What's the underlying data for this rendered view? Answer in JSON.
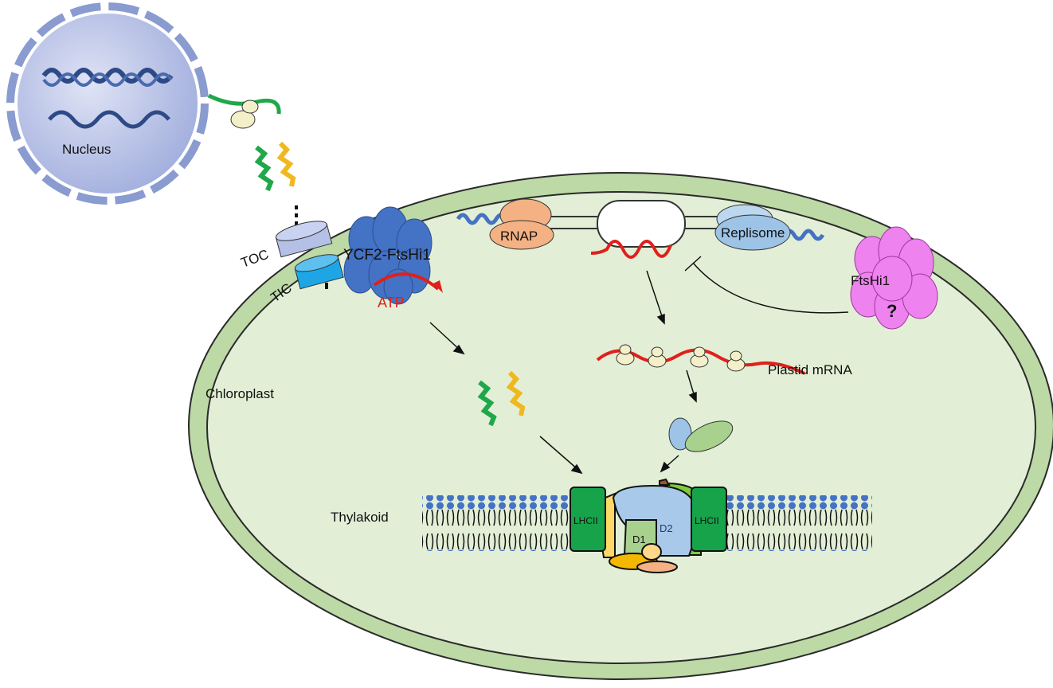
{
  "labels": {
    "nucleus": "Nucleus",
    "toc": "TOC",
    "tic": "TIC",
    "ycf2": "YCF2-FtsHi1",
    "atp": "ATP",
    "rnap": "RNAP",
    "replisome": "Replisome",
    "ftshi1": "FtsHi1",
    "question": "?",
    "plastid_mrna": "Plastid mRNA",
    "chloroplast": "Chloroplast",
    "thylakoid": "Thylakoid",
    "lhcii_left": "LHCII",
    "lhcii_right": "LHCII",
    "d1": "D1",
    "d2": "D2"
  },
  "colors": {
    "chloroplast_fill": "#e2efd6",
    "chloroplast_envelope": "#bcd9a6",
    "nucleus_fill": "#b4c0e6",
    "ycf2": "#4472c4",
    "ftshi1": "#ee82ee",
    "rnap": "#f4b183",
    "replisome": "#9dc3e6",
    "mrna": "#e0201b",
    "atp": "#e0201b",
    "lhcii": "#17a34a"
  }
}
